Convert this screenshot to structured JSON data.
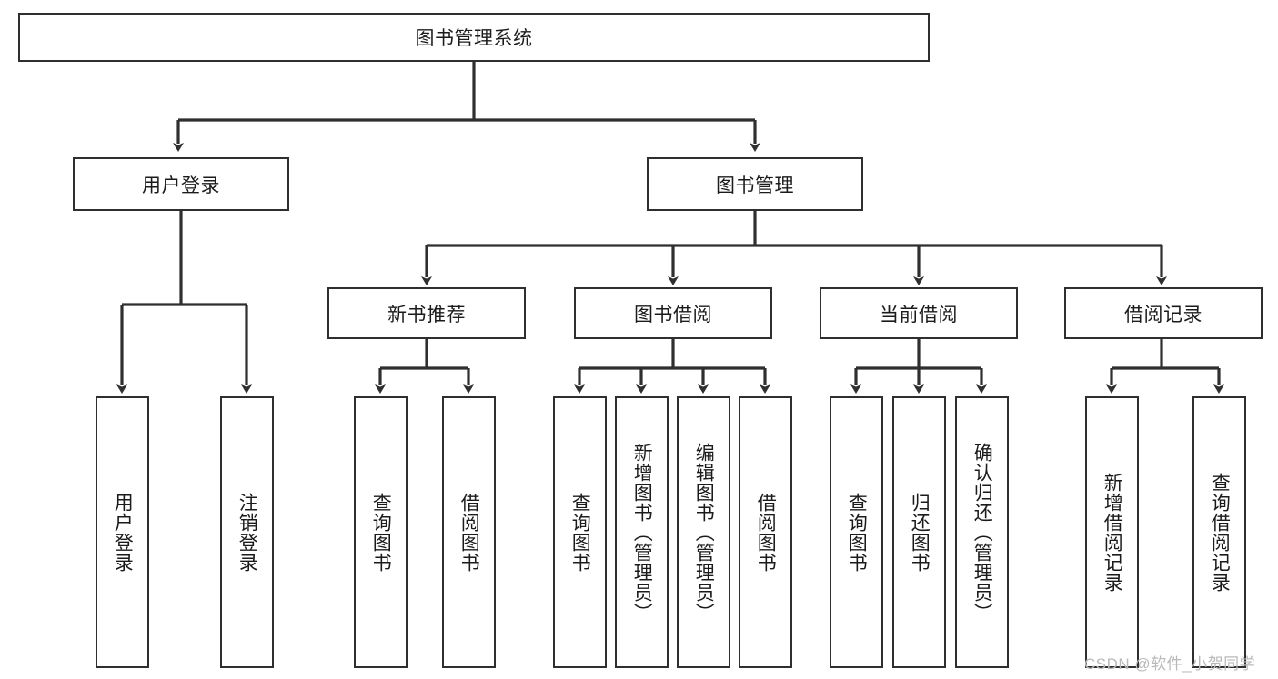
{
  "diagram": {
    "title": "图书管理系统",
    "watermark": "CSDN @软件_小贺同学",
    "root": {
      "label": "图书管理系统"
    },
    "level2": [
      {
        "label": "用户登录"
      },
      {
        "label": "图书管理"
      }
    ],
    "level3": [
      {
        "label": "新书推荐"
      },
      {
        "label": "图书借阅"
      },
      {
        "label": "当前借阅"
      },
      {
        "label": "借阅记录"
      }
    ],
    "leaves": {
      "user_login": [
        {
          "label": "用户登录"
        },
        {
          "label": "注销登录"
        }
      ],
      "new_book_recommend": [
        {
          "label": "查询图书"
        },
        {
          "label": "借阅图书"
        }
      ],
      "book_borrow": [
        {
          "label": "查询图书"
        },
        {
          "label": "新增图书（管理员）"
        },
        {
          "label": "编辑图书（管理员）"
        },
        {
          "label": "借阅图书"
        }
      ],
      "current_borrow": [
        {
          "label": "查询图书"
        },
        {
          "label": "归还图书"
        },
        {
          "label": "确认归还（管理员）"
        }
      ],
      "borrow_record": [
        {
          "label": "新增借阅记录"
        },
        {
          "label": "查询借阅记录"
        }
      ]
    },
    "colors": {
      "stroke": "#2f2f2f",
      "background": "#ffffff",
      "text": "#1b1b1b",
      "watermark": "#b9b9b9"
    }
  }
}
